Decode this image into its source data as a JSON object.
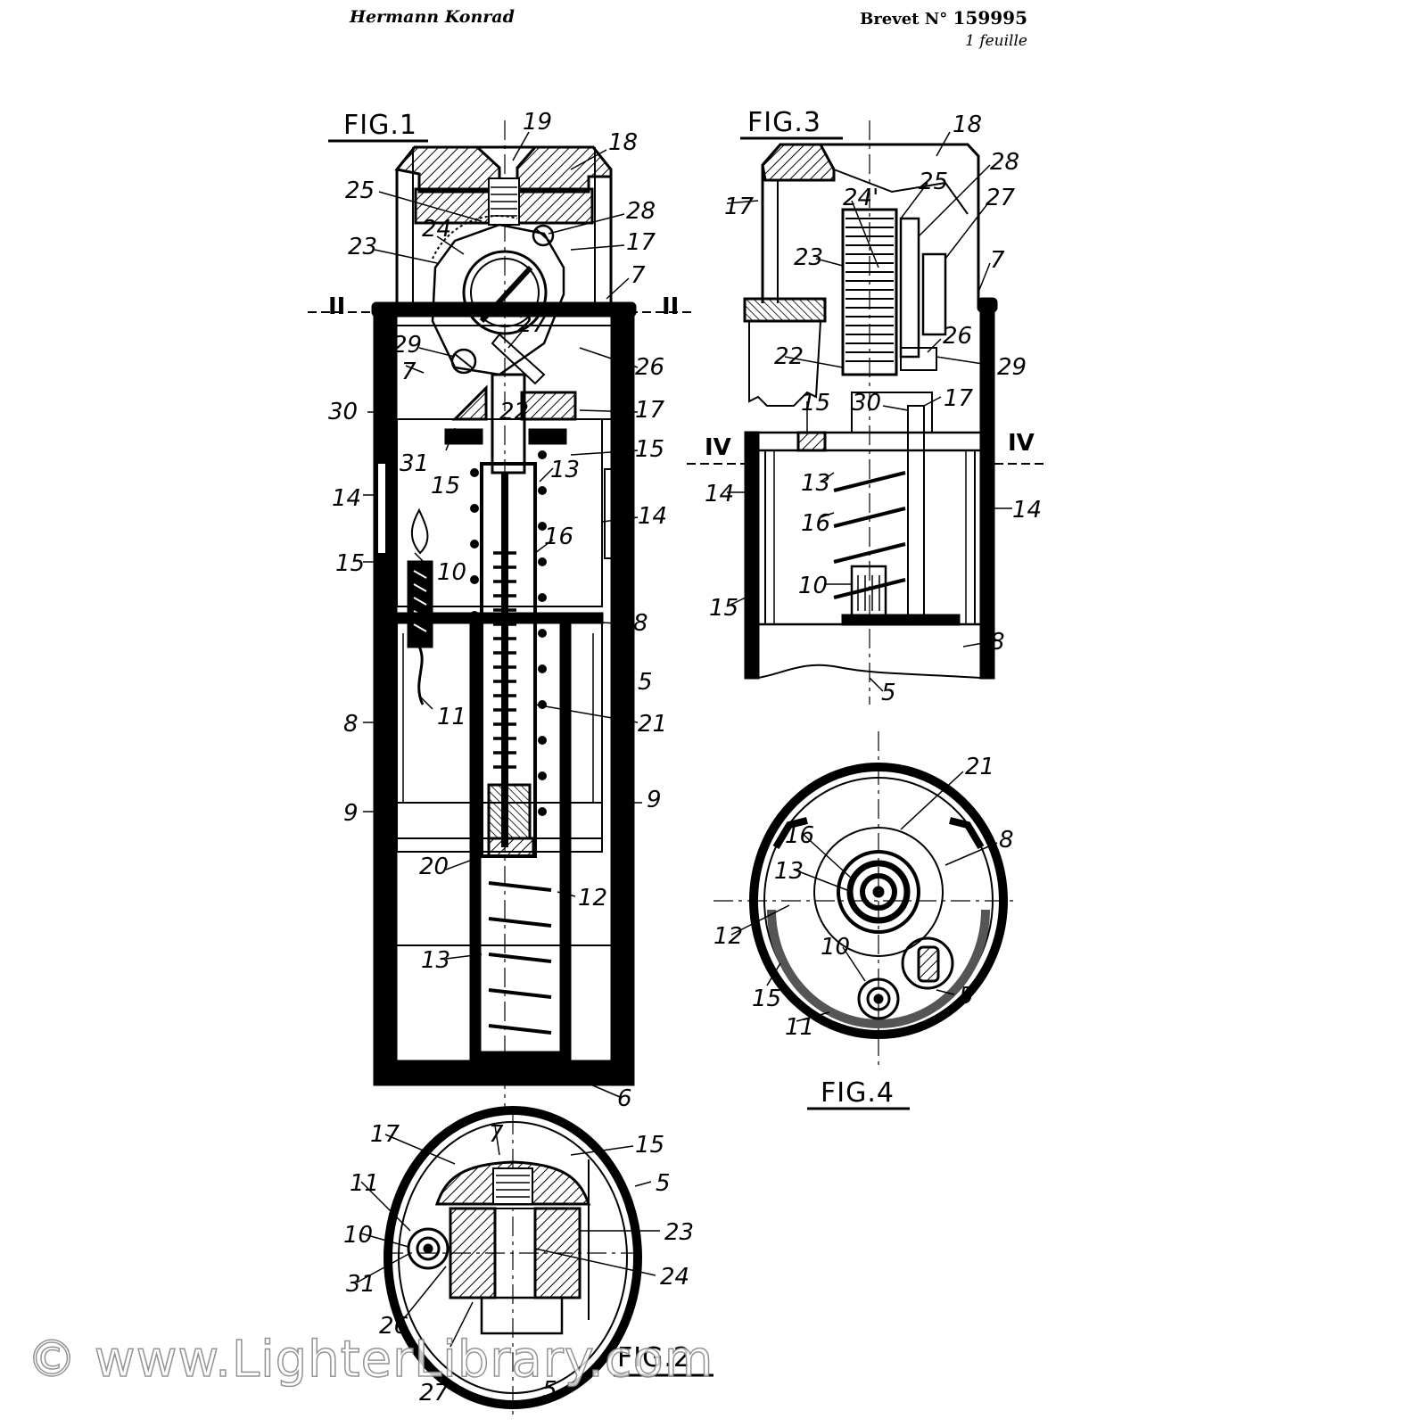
{
  "header": {
    "inventor": "Hermann Konrad",
    "brevet_label": "Brevet",
    "brevet_no_symbol": "N°",
    "brevet_number": "159995",
    "sheet": "1 feuille"
  },
  "figures": {
    "fig1": "FIG.1",
    "fig2": "FIG.2",
    "fig3": "FIG.3",
    "fig4": "FIG.4"
  },
  "section_marks": {
    "ii": "II",
    "iv": "IV"
  },
  "labels": [
    "5",
    "6",
    "7",
    "8",
    "9",
    "10",
    "11",
    "12",
    "13",
    "14",
    "15",
    "16",
    "17",
    "18",
    "19",
    "20",
    "21",
    "22",
    "23",
    "24",
    "24'",
    "25",
    "26",
    "27",
    "28",
    "29",
    "30",
    "31"
  ],
  "watermark": "© www.LighterLibrary.com"
}
